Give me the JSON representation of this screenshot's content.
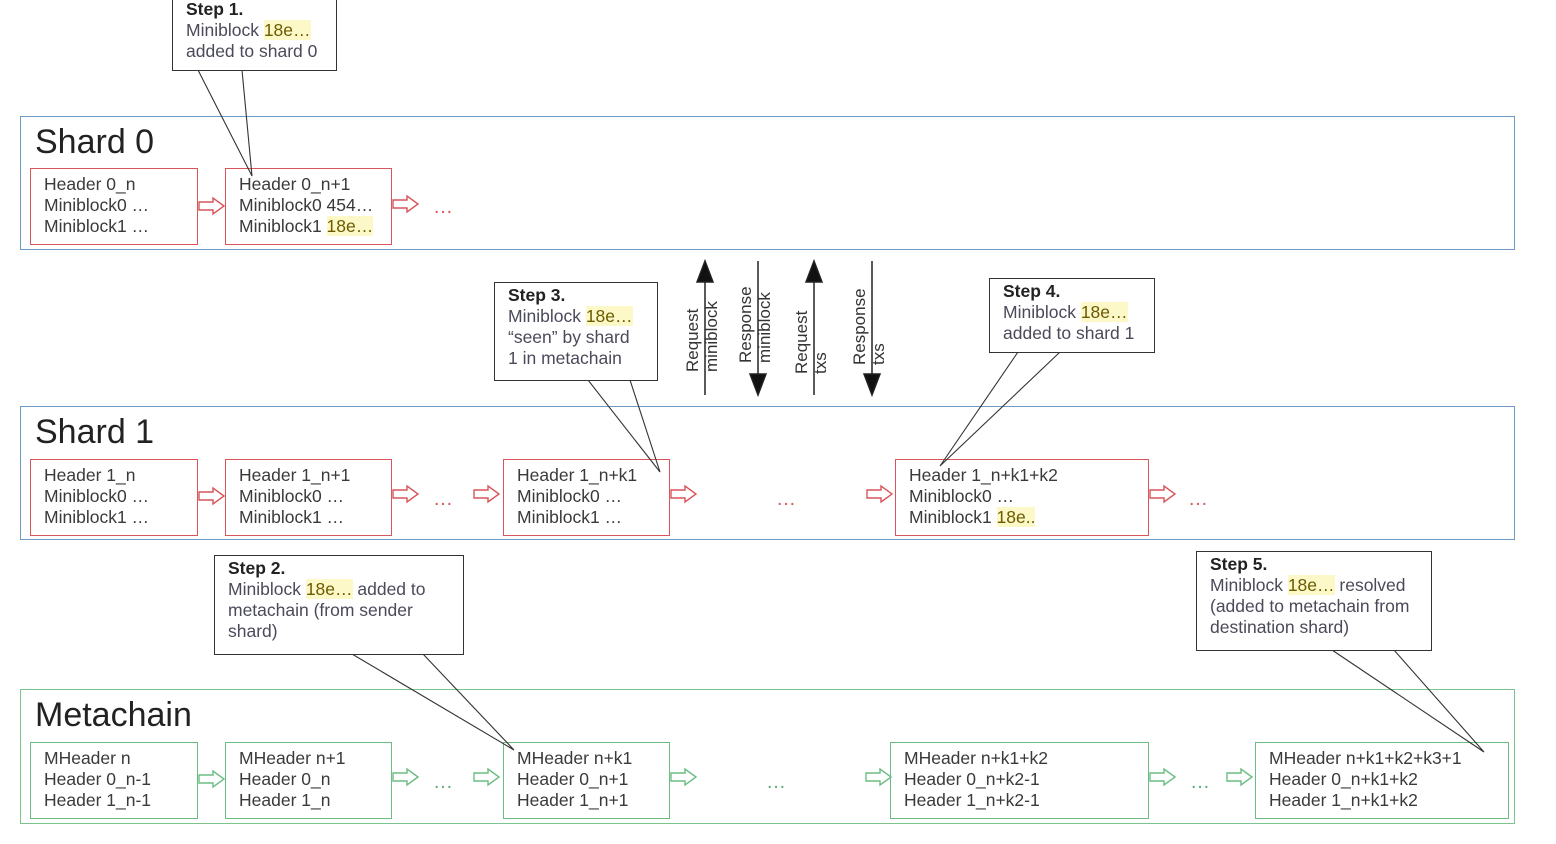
{
  "lanes": {
    "shard0": {
      "title": "Shard 0",
      "blocks": [
        {
          "lines": [
            "Header 0_n",
            "Miniblock0 …",
            "Miniblock1 …"
          ]
        },
        {
          "lines": [
            "Header 0_n+1",
            "Miniblock0 454…",
            "Miniblock1 "
          ],
          "highlight": "18e…"
        }
      ],
      "trailing_dots": "…"
    },
    "shard1": {
      "title": "Shard 1",
      "blocks": [
        {
          "lines": [
            "Header 1_n",
            "Miniblock0 …",
            "Miniblock1 …"
          ]
        },
        {
          "lines": [
            "Header 1_n+1",
            "Miniblock0 …",
            "Miniblock1 …"
          ]
        },
        {
          "lines": [
            "Header 1_n+k1",
            "Miniblock0 …",
            "Miniblock1 …"
          ]
        },
        {
          "lines": [
            "Header 1_n+k1+k2",
            "Miniblock0 …",
            "Miniblock1 "
          ],
          "highlight": "18e.."
        }
      ],
      "dots": [
        "…",
        "…",
        "…"
      ]
    },
    "metachain": {
      "title": "Metachain",
      "blocks": [
        {
          "lines": [
            "MHeader n",
            "Header 0_n-1",
            "Header 1_n-1"
          ]
        },
        {
          "lines": [
            "MHeader n+1",
            "Header 0_n",
            "Header 1_n"
          ]
        },
        {
          "lines": [
            "MHeader n+k1",
            "Header 0_n+1",
            "Header 1_n+1"
          ]
        },
        {
          "lines": [
            "MHeader n+k1+k2",
            "Header 0_n+k2-1",
            "Header 1_n+k2-1"
          ]
        },
        {
          "lines": [
            "MHeader n+k1+k2+k3+1",
            "Header 0_n+k1+k2",
            "Header 1_n+k1+k2"
          ]
        }
      ],
      "dots": [
        "…",
        "…",
        "…"
      ]
    }
  },
  "callouts": [
    {
      "step": "Step 1.",
      "pre": "Miniblock ",
      "highlight": "18e…",
      "post": "",
      "line2": "added to shard 0",
      "line3": ""
    },
    {
      "step": "Step 2.",
      "pre": "Miniblock ",
      "highlight": "18e…",
      "post": " added to",
      "line2": "metachain (from sender",
      "line3": "shard)"
    },
    {
      "step": "Step 3.",
      "pre": "Miniblock ",
      "highlight": "18e…",
      "post": "",
      "line2": "“seen” by shard",
      "line3": "1 in metachain"
    },
    {
      "step": "Step 4.",
      "pre": "Miniblock ",
      "highlight": "18e…",
      "post": "",
      "line2": "added to shard 1",
      "line3": ""
    },
    {
      "step": "Step 5.",
      "pre": "Miniblock ",
      "highlight": "18e…",
      "post": " resolved",
      "line2": "(added to metachain from",
      "line3": "destination shard)"
    }
  ],
  "messages": [
    {
      "line1": "Request",
      "line2": "miniblock",
      "direction": "up"
    },
    {
      "line1": "Response",
      "line2": "miniblock",
      "direction": "down"
    },
    {
      "line1": "Request",
      "line2": "txs",
      "direction": "up"
    },
    {
      "line1": "Response",
      "line2": "txs",
      "direction": "down"
    }
  ],
  "colors": {
    "shard_border": "#6f9ac4",
    "meta_border": "#7cc48e",
    "shard_block": "#d9555b",
    "meta_block": "#6cbd83",
    "highlight": "#fdf8c7"
  }
}
